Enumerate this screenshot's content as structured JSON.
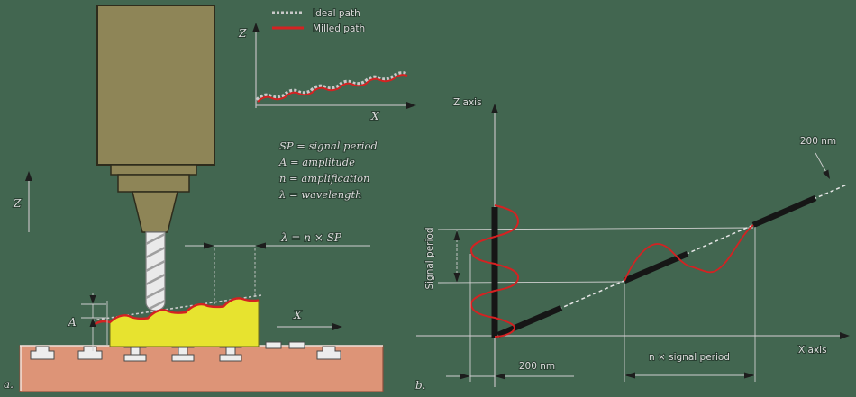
{
  "colors": {
    "background": "#426650",
    "milled_path_red": "#d42222",
    "ideal_path_gray": "#c9c9c9",
    "machine_olive": "#8e8557",
    "workpiece_yellow": "#e7e32f",
    "table_salmon": "#dd9477",
    "scale_bar_black": "#161616",
    "dimension_line_light": "#cfcfcf"
  },
  "legend": {
    "ideal_label": "Ideal path",
    "milled_label": "Milled path"
  },
  "inset_chart": {
    "z_label": "Z",
    "x_label": "X"
  },
  "definitions": {
    "line1": "SP = signal period",
    "line2": "A = amplitude",
    "line3": "n = amplification",
    "line4": "λ = wavelength"
  },
  "panel_a": {
    "label": "a.",
    "z_axis": "Z",
    "x_axis": "X",
    "amplitude": "A",
    "wavelength_formula": "λ = n × SP"
  },
  "panel_b": {
    "label": "b.",
    "z_axis": "Z axis",
    "x_axis": "X axis",
    "signal_period": "Signal period",
    "n_signal_period": "n × signal period",
    "offset_bottom": "200 nm",
    "offset_top": "200 nm"
  }
}
